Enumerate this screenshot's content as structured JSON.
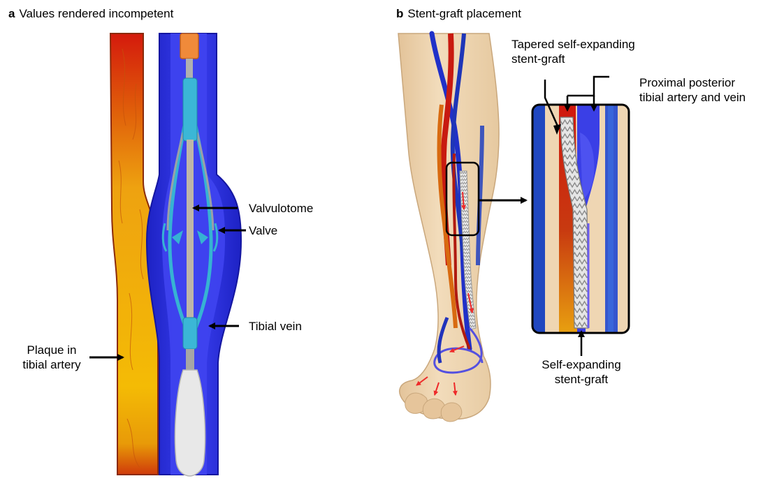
{
  "panel_a": {
    "letter": "a",
    "title": "Values rendered incompetent",
    "labels": {
      "valvulotome": "Valvulotome",
      "valve": "Valve",
      "tibial_vein": "Tibial vein",
      "plaque_line1": "Plaque in",
      "plaque_line2": "tibial artery"
    }
  },
  "panel_b": {
    "letter": "b",
    "title": "Stent-graft placement",
    "labels": {
      "tapered_line1": "Tapered self-expanding",
      "tapered_line2": "stent-graft",
      "proximal_line1": "Proximal posterior",
      "proximal_line2": "tibial artery and vein",
      "self_exp_line1": "Self-expanding",
      "self_exp_line2": "stent-graft"
    }
  },
  "colors": {
    "vein_blue": "#2b2fd6",
    "vein_dark": "#1a1fb0",
    "artery_red": "#d31a0e",
    "artery_yellow": "#f0b400",
    "catheter_cyan": "#3bb7d6",
    "skin": "#efd6b3",
    "stent_grey": "#cfcfcf"
  }
}
